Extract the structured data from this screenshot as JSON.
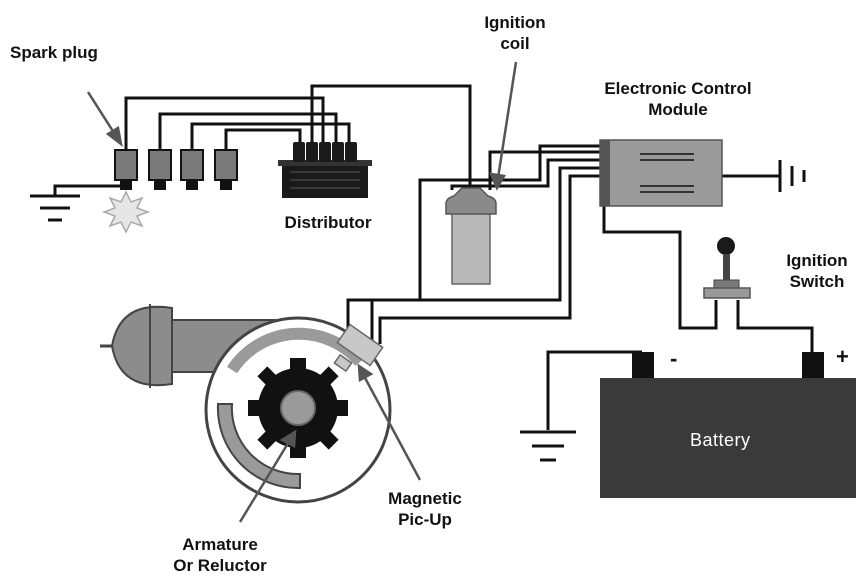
{
  "labels": {
    "spark_plug": "Spark plug",
    "ignition_coil_line1": "Ignition",
    "ignition_coil_line2": "coil",
    "ecm_line1": "Electronic Control",
    "ecm_line2": "Module",
    "distributor": "Distributor",
    "ignition_switch_line1": "Ignition",
    "ignition_switch_line2": "Switch",
    "battery": "Battery",
    "battery_negative": "-",
    "battery_positive": "+",
    "magnetic_pickup_line1": "Magnetic",
    "magnetic_pickup_line2": "Pic-Up",
    "armature_line1": "Armature",
    "armature_line2": "Or Reluctor"
  },
  "colors": {
    "wire": "#111111",
    "component_gray": "#9a9a9a",
    "coil_gray": "#b8b8b8",
    "dark": "#1a1a1a",
    "battery_body": "#3a3a3a",
    "spark": "#e6e6e6"
  }
}
